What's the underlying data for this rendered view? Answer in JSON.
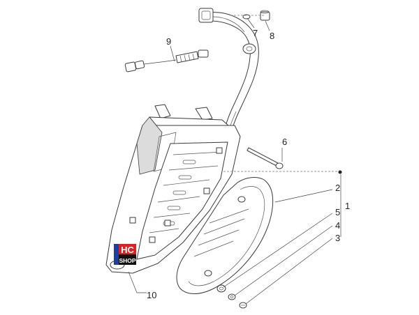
{
  "callouts": {
    "c1": "1",
    "c2": "2",
    "c3": "3",
    "c4": "4",
    "c5": "5",
    "c6": "6",
    "c7": "7",
    "c8": "8",
    "c9": "9",
    "c10": "10"
  },
  "badge": {
    "line1": "HC",
    "line2": "SHOP",
    "colors": {
      "red": "#e02020",
      "blue": "#1f3f9a",
      "black": "#111111"
    }
  }
}
